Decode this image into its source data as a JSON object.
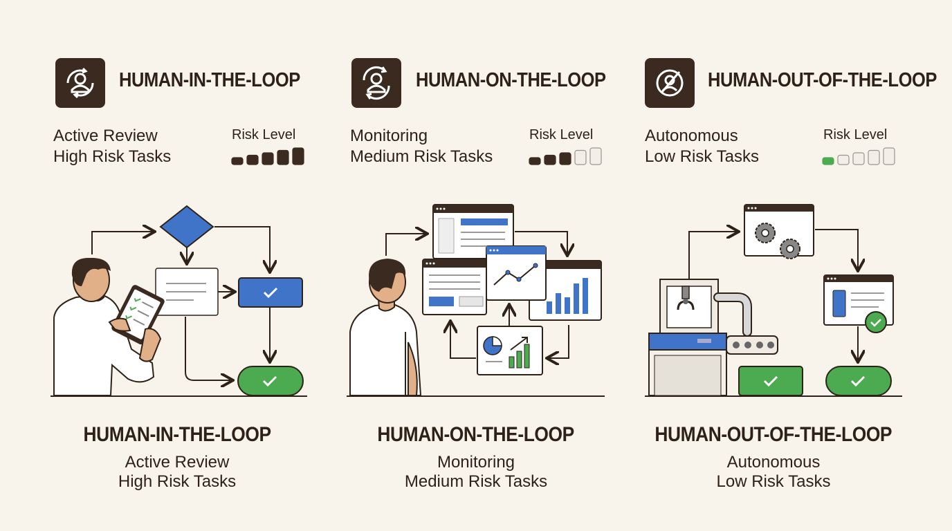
{
  "colors": {
    "background": "#f8f4ec",
    "dark": "#3a2a20",
    "blue": "#3f74c9",
    "green": "#4caa50",
    "line": "#2d2118"
  },
  "panels": [
    {
      "title": "HUMAN-IN-THE-LOOP",
      "icon": "person-in-loop-icon",
      "line1": "Active Review",
      "line2": "High Risk Tasks",
      "risk_label": "Risk Level",
      "risk_level": 5,
      "risk_max": 5
    },
    {
      "title": "HUMAN-ON-THE-LOOP",
      "icon": "person-monitor-icon",
      "line1": "Monitoring",
      "line2": "Medium Risk Tasks",
      "risk_label": "Risk Level",
      "risk_level": 3,
      "risk_max": 5
    },
    {
      "title": "HUMAN-OUT-OF-THE-LOOP",
      "icon": "person-crossed-icon",
      "line1": "Autonomous",
      "line2": "Low Risk Tasks",
      "risk_label": "Risk Level",
      "risk_level": 1,
      "risk_max": 5
    }
  ]
}
